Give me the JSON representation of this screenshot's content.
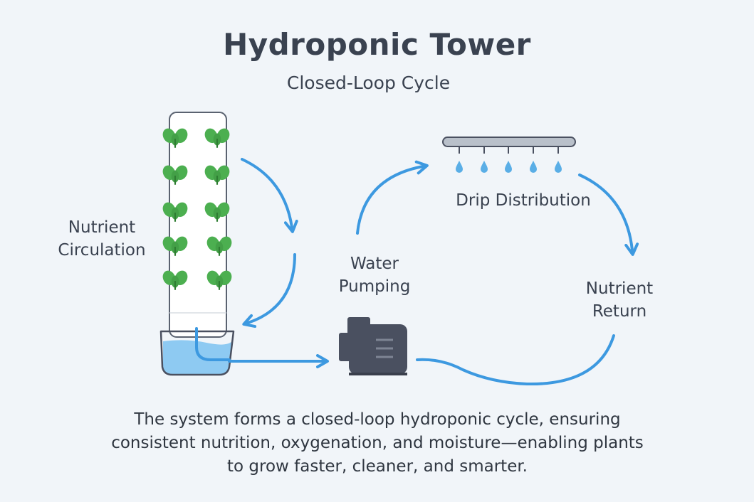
{
  "title": "Hydroponic Tower",
  "subtitle": "Closed-Loop Cycle",
  "labels": {
    "nutrient_circulation": [
      "Nutrient",
      "Circulation"
    ],
    "water_pumping": [
      "Water",
      "Pumping"
    ],
    "drip_distribution": "Drip Distribution",
    "nutrient_return": [
      "Nutrient",
      "Return"
    ]
  },
  "caption": [
    "The system forms a closed-loop hydroponic cycle, ensuring",
    "consistent nutrition, oxygenation, and moisture—enabling plants",
    "to grow faster, cleaner, and smarter."
  ],
  "colors": {
    "background": "#f1f5f9",
    "arrow": "#3d99e0",
    "leaf": "#4caf50",
    "water": "#8ecaf2",
    "pump": "#4a5060",
    "text": "#3a4250"
  },
  "icons": [
    "tower-icon",
    "plant-leaf-icon",
    "reservoir-icon",
    "pump-icon",
    "drip-bar-icon",
    "water-drop-icon"
  ]
}
